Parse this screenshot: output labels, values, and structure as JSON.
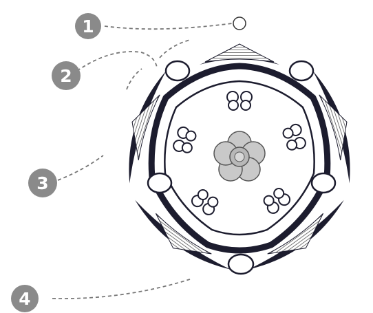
{
  "diagram": {
    "colors": {
      "marker": "#8a8a8a",
      "marker_text": "#ffffff",
      "outline": "#1c1c2e",
      "hatch": "#555555",
      "leader": "#777777",
      "center_fill": "#c9c9c9"
    },
    "markers": [
      {
        "id": "1",
        "label": "1"
      },
      {
        "id": "2",
        "label": "2"
      },
      {
        "id": "3",
        "label": "3"
      },
      {
        "id": "4",
        "label": "4"
      }
    ],
    "parts": {
      "outer_segments": 5,
      "petals": 5,
      "stamens": 5,
      "carpels": 5
    }
  }
}
